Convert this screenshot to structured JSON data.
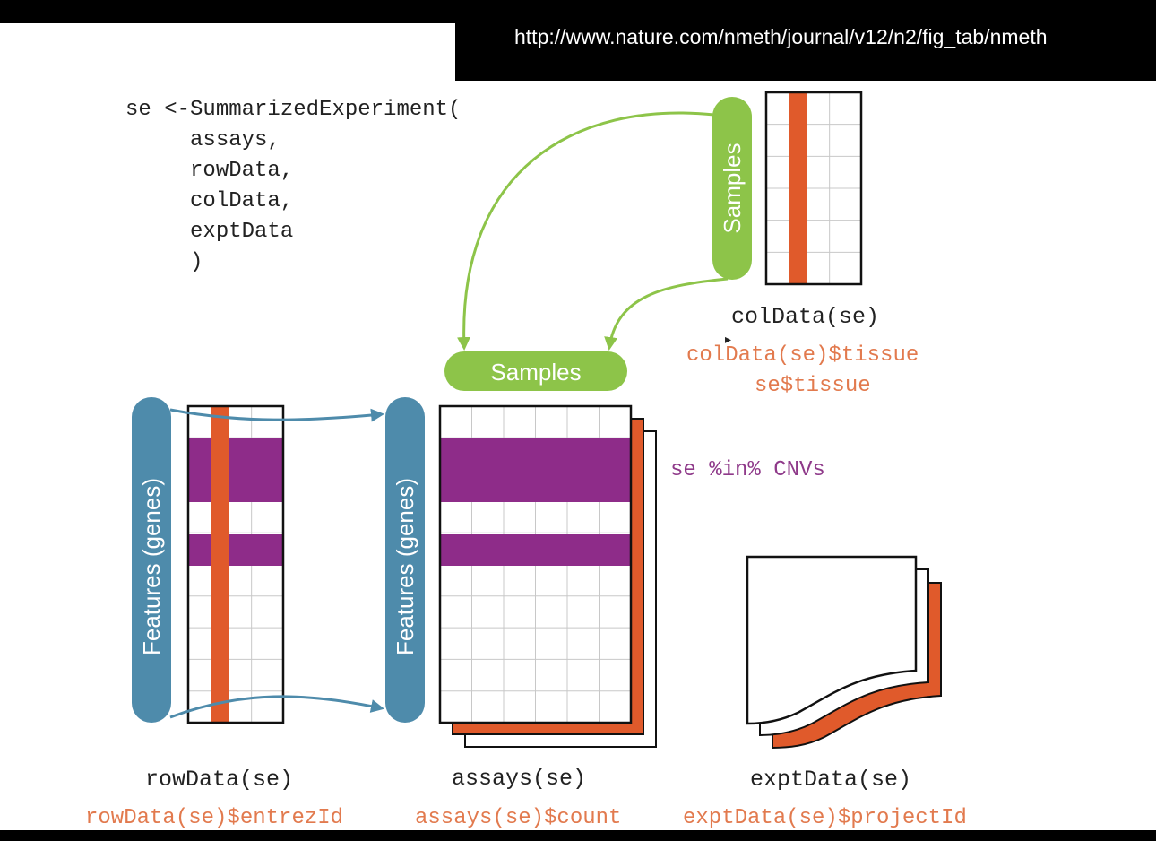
{
  "source_url": "http://www.nature.com/nmeth/journal/v12/n2/fig_tab/nmeth",
  "code": {
    "line1": "se <-SummarizedExperiment(",
    "line2": "     assays,",
    "line3": "     rowData,",
    "line4": "     colData,",
    "line5": "     exptData",
    "line6": "     )"
  },
  "labels": {
    "samples_vertical": "Samples",
    "samples_horizontal": "Samples",
    "features_left": "Features (genes)",
    "features_right": "Features (genes)"
  },
  "accessors": {
    "coldata": "colData(se)",
    "coldata_tissue": "colData(se)$tissue",
    "se_tissue": "se$tissue",
    "cnvs": "se %in% CNVs",
    "rowdata": "rowData(se)",
    "rowdata_entrez": "rowData(se)$entrezId",
    "assays": "assays(se)",
    "assays_count": "assays(se)$count",
    "exptdata": "exptData(se)",
    "exptdata_project": "exptData(se)$projectId"
  },
  "colors": {
    "orange": "#e05a2b",
    "purple": "#8e2c89",
    "green": "#8dc449",
    "blue": "#4e8bab",
    "grid": "#c8c8c8",
    "orange_text": "#e27a4e",
    "purple_text": "#8f3a8a"
  }
}
